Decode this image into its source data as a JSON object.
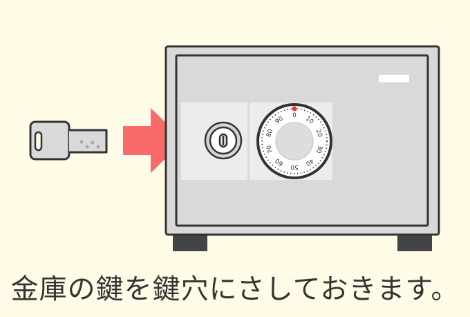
{
  "caption": "金庫の鍵を鍵穴にさしておきます。",
  "dial": {
    "numbers": [
      "0",
      "10",
      "20",
      "30",
      "40",
      "50",
      "60",
      "70",
      "80",
      "90"
    ]
  },
  "colors": {
    "background": "#fffbe6",
    "arrow": "#f96a6a",
    "safe_body": "#d9d9d9",
    "outline": "#333333",
    "panel": "#ececec",
    "dial_marker": "#e53935"
  },
  "icons": {
    "key": "key-icon",
    "arrow": "arrow-right-icon",
    "safe": "safe-icon",
    "keyhole": "keyhole-icon",
    "dial": "combination-dial-icon"
  }
}
